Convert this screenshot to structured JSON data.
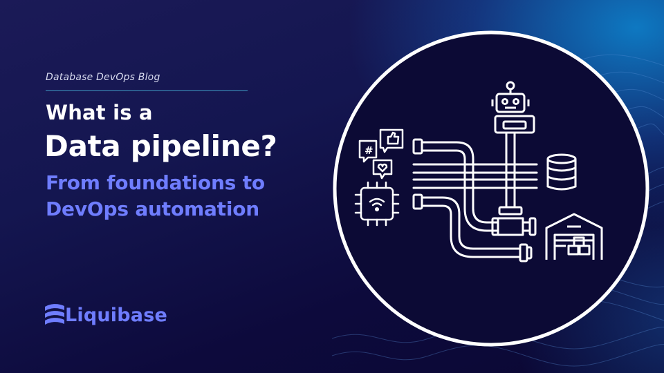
{
  "header": {
    "kicker": "Database DevOps Blog"
  },
  "headline": {
    "line1": "What is a",
    "line2": "Data pipeline?",
    "sub_line1": "From foundations to",
    "sub_line2": "DevOps automation"
  },
  "brand": {
    "name": "Liquibase"
  },
  "colors": {
    "accent": "#6f7dff",
    "background": "#141650",
    "highlight": "#0d8ad6",
    "text": "#ffffff"
  },
  "illustration": {
    "icons": [
      "robot-icon",
      "social-media-icon",
      "iot-chip-icon",
      "database-icon",
      "warehouse-icon"
    ]
  }
}
